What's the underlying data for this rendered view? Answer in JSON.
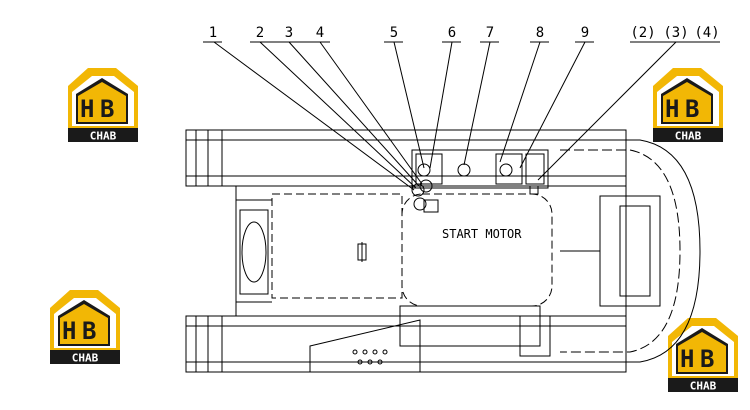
{
  "callouts": [
    {
      "text": "1"
    },
    {
      "text": "2"
    },
    {
      "text": "3"
    },
    {
      "text": "4"
    },
    {
      "text": "5"
    },
    {
      "text": "6"
    },
    {
      "text": "7"
    },
    {
      "text": "8"
    },
    {
      "text": "9"
    },
    {
      "text": "(2)"
    },
    {
      "text": "(3)"
    },
    {
      "text": "(4)"
    }
  ],
  "label_start_motor": "START MOTOR",
  "logo": {
    "text": "CHAB",
    "brand": "HB",
    "colors": {
      "roof": "#f2b705",
      "shield": "#1a1a1a",
      "band": "#1a1a1a"
    }
  },
  "colors": {
    "line": "#000000",
    "background": "#ffffff"
  }
}
